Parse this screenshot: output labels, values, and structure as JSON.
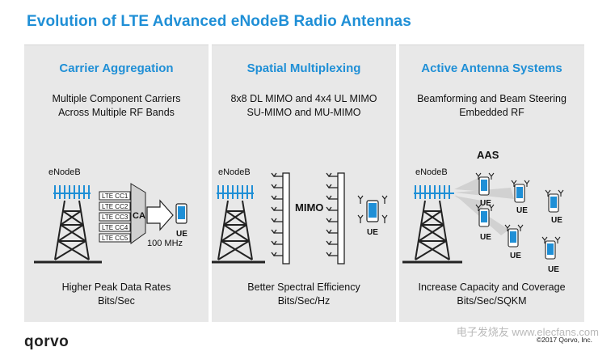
{
  "title": "Evolution of LTE Advanced eNodeB Radio Antennas",
  "colors": {
    "brand_blue": "#1f8fd6",
    "panel_bg": "#e8e8e8",
    "tower": "#222222"
  },
  "panels": [
    {
      "title": "Carrier Aggregation",
      "subtitle": [
        "Multiple Component Carriers",
        "Across Multiple RF Bands"
      ],
      "bottom": [
        "Higher Peak Data Rates",
        "Bits/Sec"
      ],
      "enodeb": "eNodeB",
      "carriers": [
        "LTE CC1",
        "LTE CC2",
        "LTE CC3",
        "LTE CC4",
        "LTE CC5"
      ],
      "ca_label": "CA",
      "bandwidth": "100 MHz",
      "ue": "UE"
    },
    {
      "title": "Spatial Multiplexing",
      "subtitle": [
        "8x8 DL MIMO and 4x4 UL MIMO",
        "SU-MIMO and MU-MIMO"
      ],
      "bottom": [
        "Better Spectral Efficiency",
        "Bits/Sec/Hz"
      ],
      "enodeb": "eNodeB",
      "mimo_label": "MIMO",
      "ue": "UE"
    },
    {
      "title": "Active Antenna Systems",
      "subtitle": [
        "Beamforming and Beam Steering",
        "Embedded RF"
      ],
      "bottom": [
        "Increase Capacity and Coverage",
        "Bits/Sec/SQKM"
      ],
      "enodeb": "eNodeB",
      "aas_label": "AAS",
      "ue": [
        "UE",
        "UE",
        "UE",
        "UE",
        "UE",
        "UE"
      ]
    }
  ],
  "footer": {
    "logo": "qorvo",
    "copyright": "©2017 Qorvo, Inc.",
    "watermark": "电子发烧友 www.elecfans.com"
  }
}
